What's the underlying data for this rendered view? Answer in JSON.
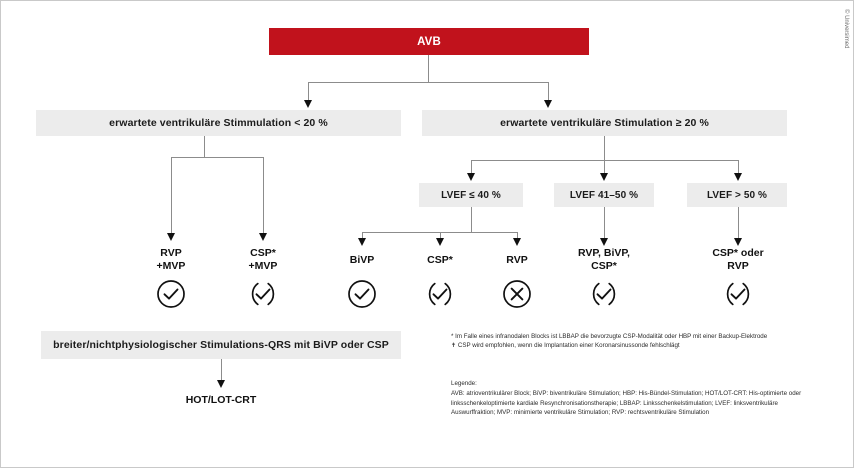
{
  "figure": {
    "credit": "© Universimed",
    "root": {
      "label": "AVB",
      "color": "#c1121c"
    },
    "level2": [
      {
        "label": "erwartete ventrikuläre Stimmulation < 20 %"
      },
      {
        "label": "erwartete ventrikuläre Stimulation ≥ 20 %"
      }
    ],
    "lvef": [
      {
        "label": "LVEF ≤ 40 %"
      },
      {
        "label": "LVEF 41–50 %"
      },
      {
        "label": "LVEF > 50 %"
      }
    ],
    "leaves": [
      {
        "label": "RVP\n+MVP",
        "icon": "check-circle-solid-icon",
        "verdict": "recommended"
      },
      {
        "label": "CSP*\n+MVP",
        "icon": "check-circle-dashed-icon",
        "verdict": "may-be-considered"
      },
      {
        "label": "BiVP",
        "icon": "check-circle-solid-icon",
        "verdict": "recommended"
      },
      {
        "label": "CSP*",
        "icon": "check-circle-dashed-icon",
        "verdict": "may-be-considered"
      },
      {
        "label": "RVP",
        "icon": "cross-circle-solid-icon",
        "verdict": "not-recommended"
      },
      {
        "label": "RVP, BiVP,\nCSP*",
        "icon": "check-circle-dashed-icon",
        "verdict": "may-be-considered"
      },
      {
        "label": "CSP* oder\nRVP",
        "icon": "check-circle-dashed-icon",
        "verdict": "may-be-considered"
      }
    ],
    "bottom": {
      "box": "breiter/nichtphysiologischer Stimulations-QRS mit BiVP oder CSP",
      "outcome": "HOT/LOT-CRT"
    },
    "footnotes": [
      "* Im Falle eines infranodalen Blocks ist LBBAP die bevorzugte CSP-Modalität oder HBP mit einer Backup-Elektrode",
      "✝ CSP wird empfohlen, wenn die Implantation einer Koronarsinussonde fehlschlägt"
    ],
    "legend": {
      "title": "Legende:",
      "text": "AVB: atrioventrikulärer Block; BiVP: biventrikuläre Stimulation; HBP: His-Bündel-Stimulation; HOT/LOT-CRT: His-optimierte oder linksschenkeloptimierte kardiale Resynchronisationstherapie; LBBAP: Linksschenkelstimulation; LVEF: linksventrikuläre Auswurffraktion; MVP: minimierte ventrikuläre Stimulation; RVP: rechtsventrikuläre Stimulation"
    }
  }
}
